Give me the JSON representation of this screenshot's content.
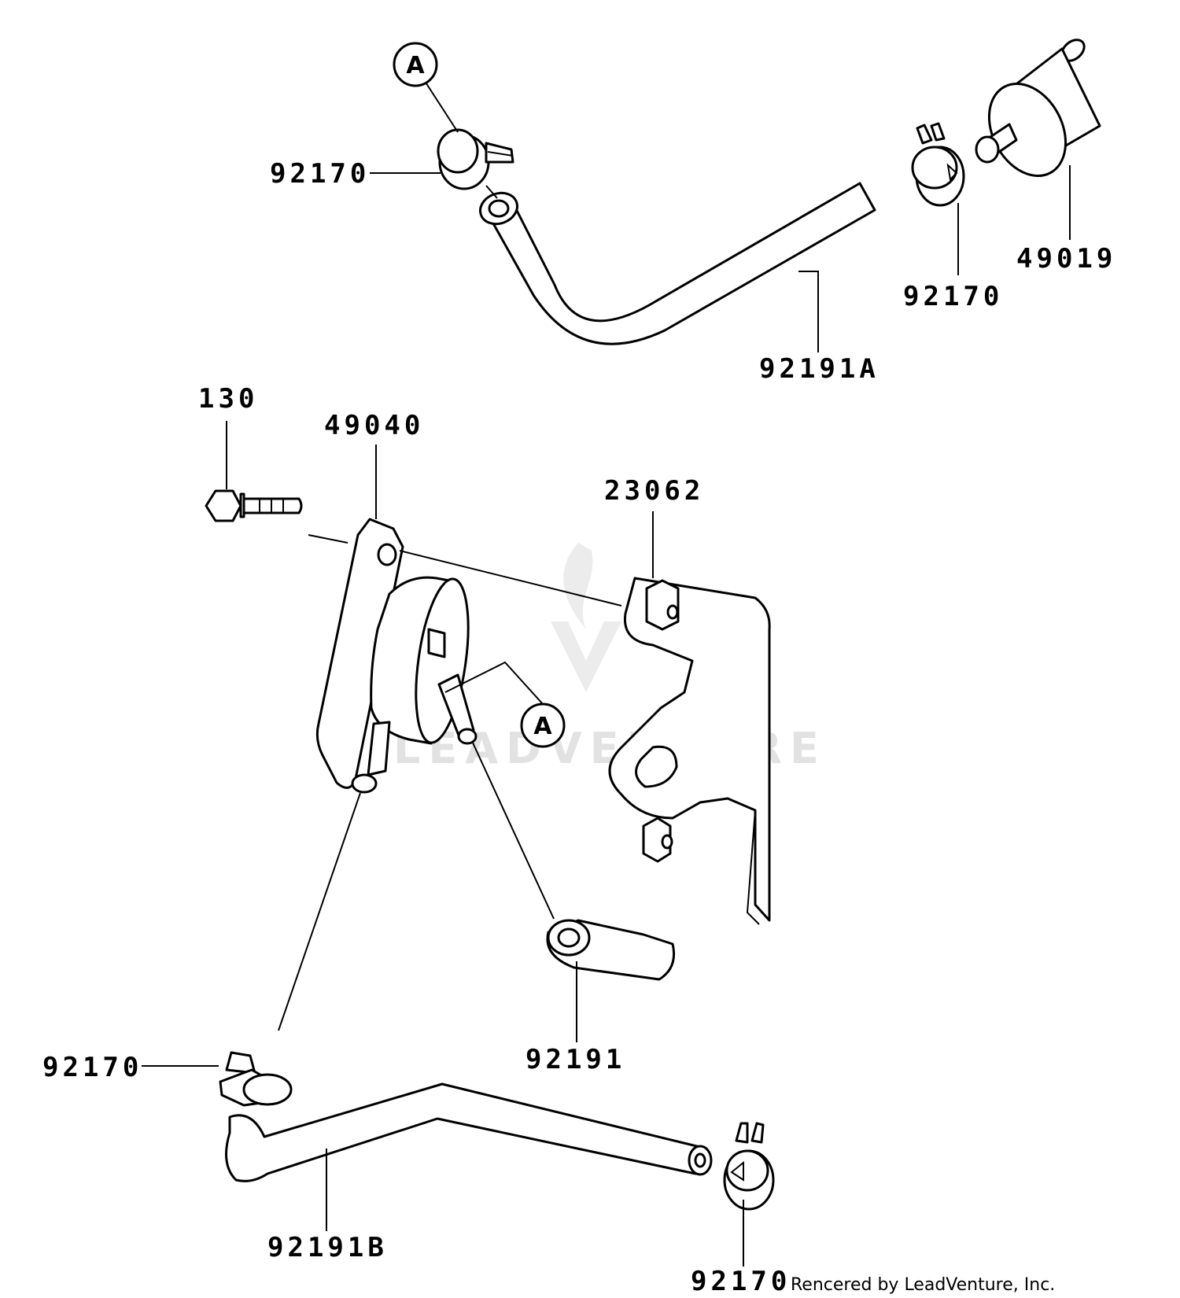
{
  "labels": {
    "top_clamp": "92170",
    "top_hose": "92191A",
    "right_clamp": "92170",
    "fuel_filter": "49019",
    "bolt": "130",
    "fuel_pump": "49040",
    "bracket": "23062",
    "short_hose": "92191",
    "lower_clamp_left": "92170",
    "lower_hose": "92191B",
    "lower_clamp_right": "92170"
  },
  "callouts": {
    "top": "A",
    "pump": "A"
  },
  "watermark": "LEADVENTURE",
  "credit": "Rencered by LeadVenture, Inc."
}
